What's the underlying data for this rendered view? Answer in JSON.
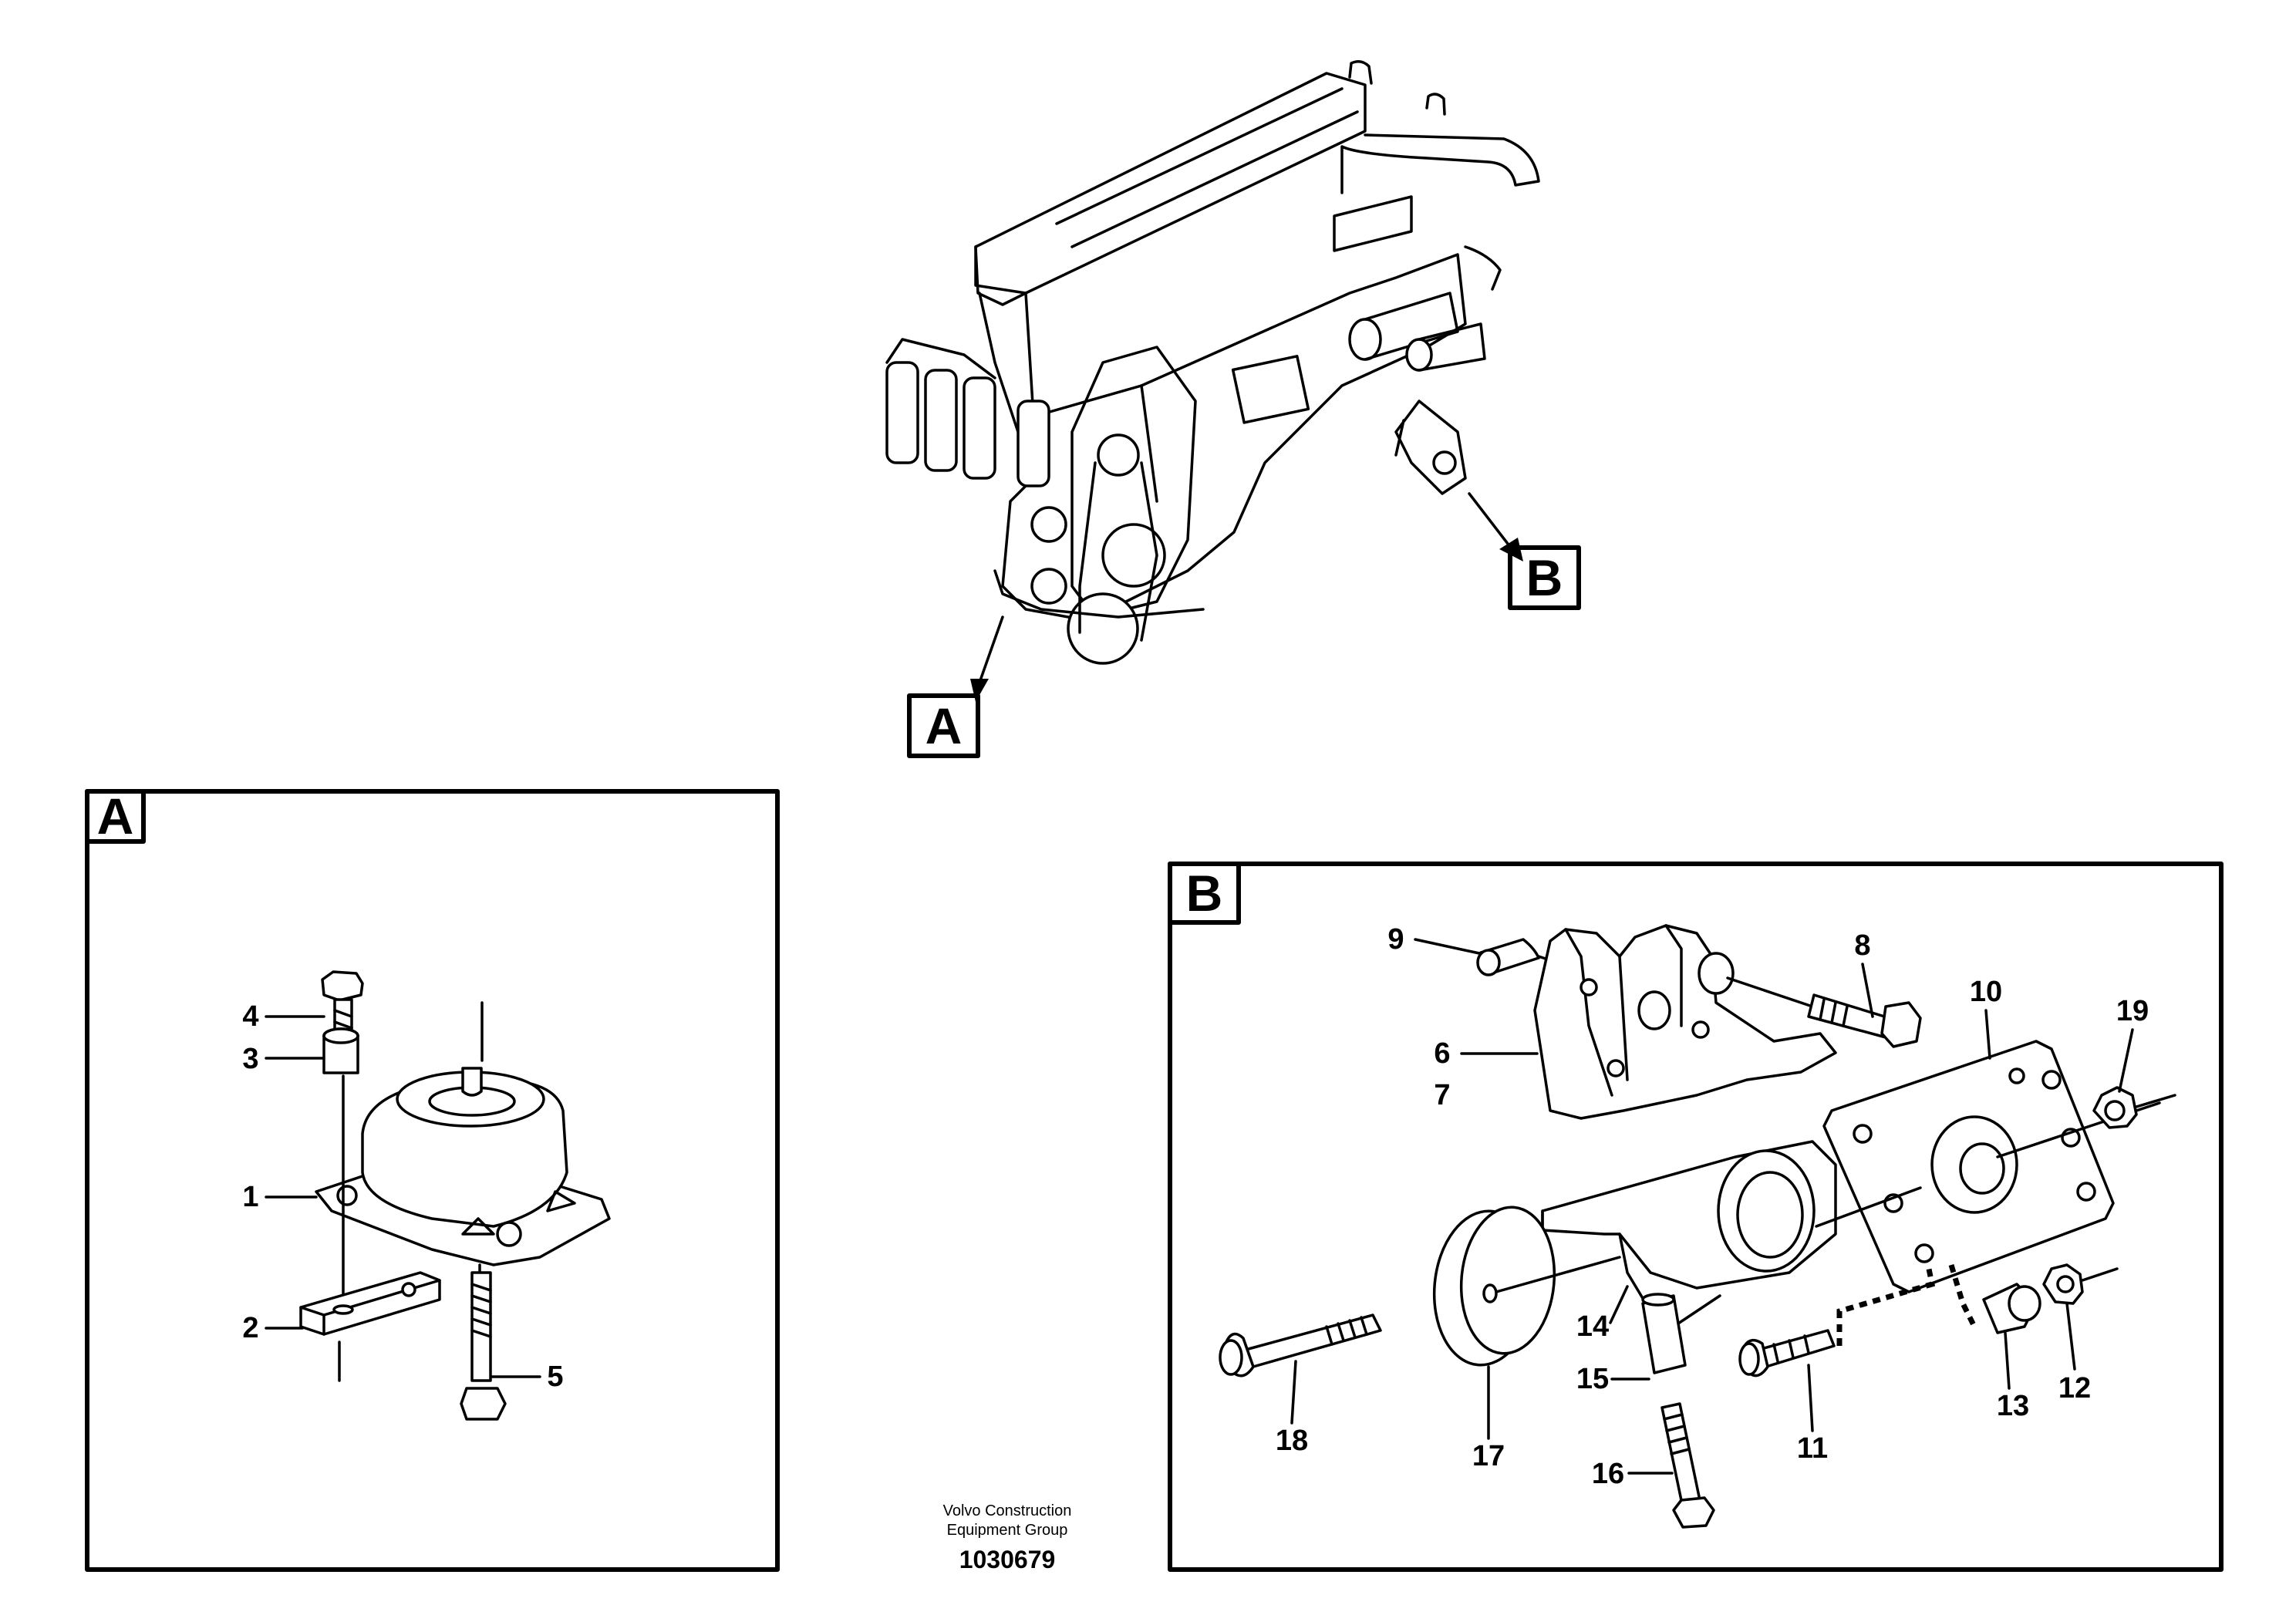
{
  "overview": {
    "view_a_label": "A",
    "view_b_label": "B"
  },
  "panel_a": {
    "label": "A",
    "callouts": [
      "1",
      "2",
      "3",
      "4",
      "5"
    ]
  },
  "panel_b": {
    "label": "B",
    "callouts": [
      "6",
      "7",
      "8",
      "9",
      "10",
      "11",
      "12",
      "13",
      "14",
      "15",
      "16",
      "17",
      "18",
      "19"
    ]
  },
  "footer": {
    "line1": "Volvo Construction",
    "line2": "Equipment Group",
    "drawing_number": "1030679"
  }
}
